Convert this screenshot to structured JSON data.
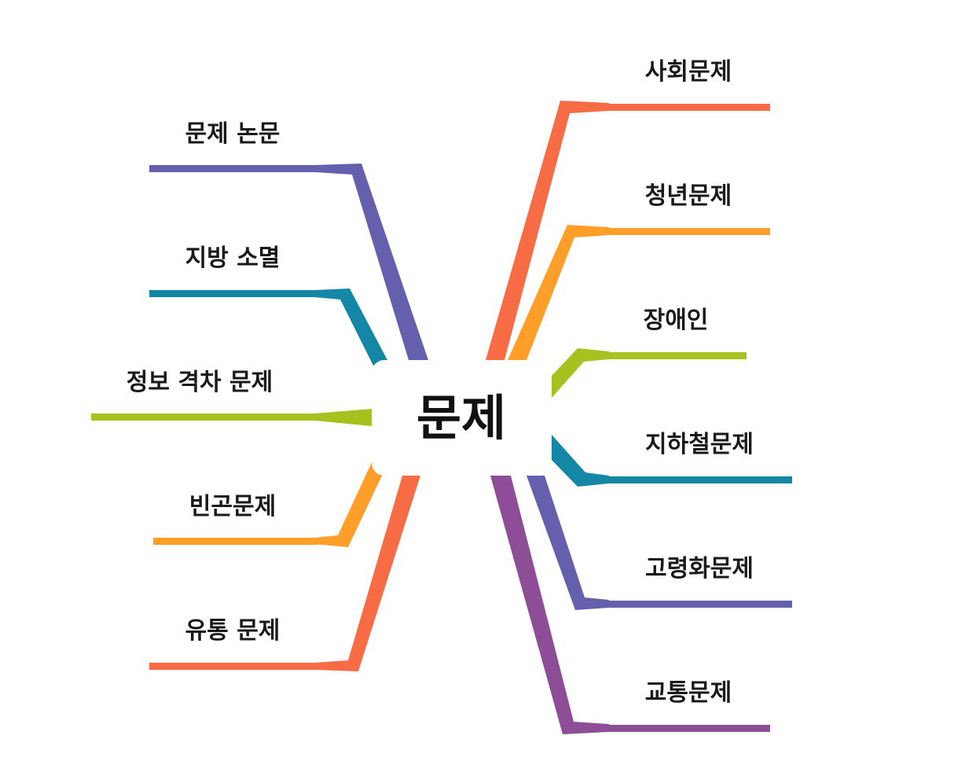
{
  "center": {
    "label": "문제"
  },
  "branches_left": [
    {
      "label": "문제 논문",
      "color": "#6460ad"
    },
    {
      "label": "지방 소멸",
      "color": "#1486a6"
    },
    {
      "label": "정보 격차 문제",
      "color": "#a6c21e"
    },
    {
      "label": "빈곤문제",
      "color": "#ff9f2a"
    },
    {
      "label": "유통 문제",
      "color": "#f76b45"
    }
  ],
  "branches_right": [
    {
      "label": "사회문제",
      "color": "#f76b45"
    },
    {
      "label": "청년문제",
      "color": "#ff9f2a"
    },
    {
      "label": "장애인",
      "color": "#a6c21e"
    },
    {
      "label": "지하철문제",
      "color": "#1486a6"
    },
    {
      "label": "고령화문제",
      "color": "#6460ad"
    },
    {
      "label": "교통문제",
      "color": "#8e4d97"
    }
  ]
}
